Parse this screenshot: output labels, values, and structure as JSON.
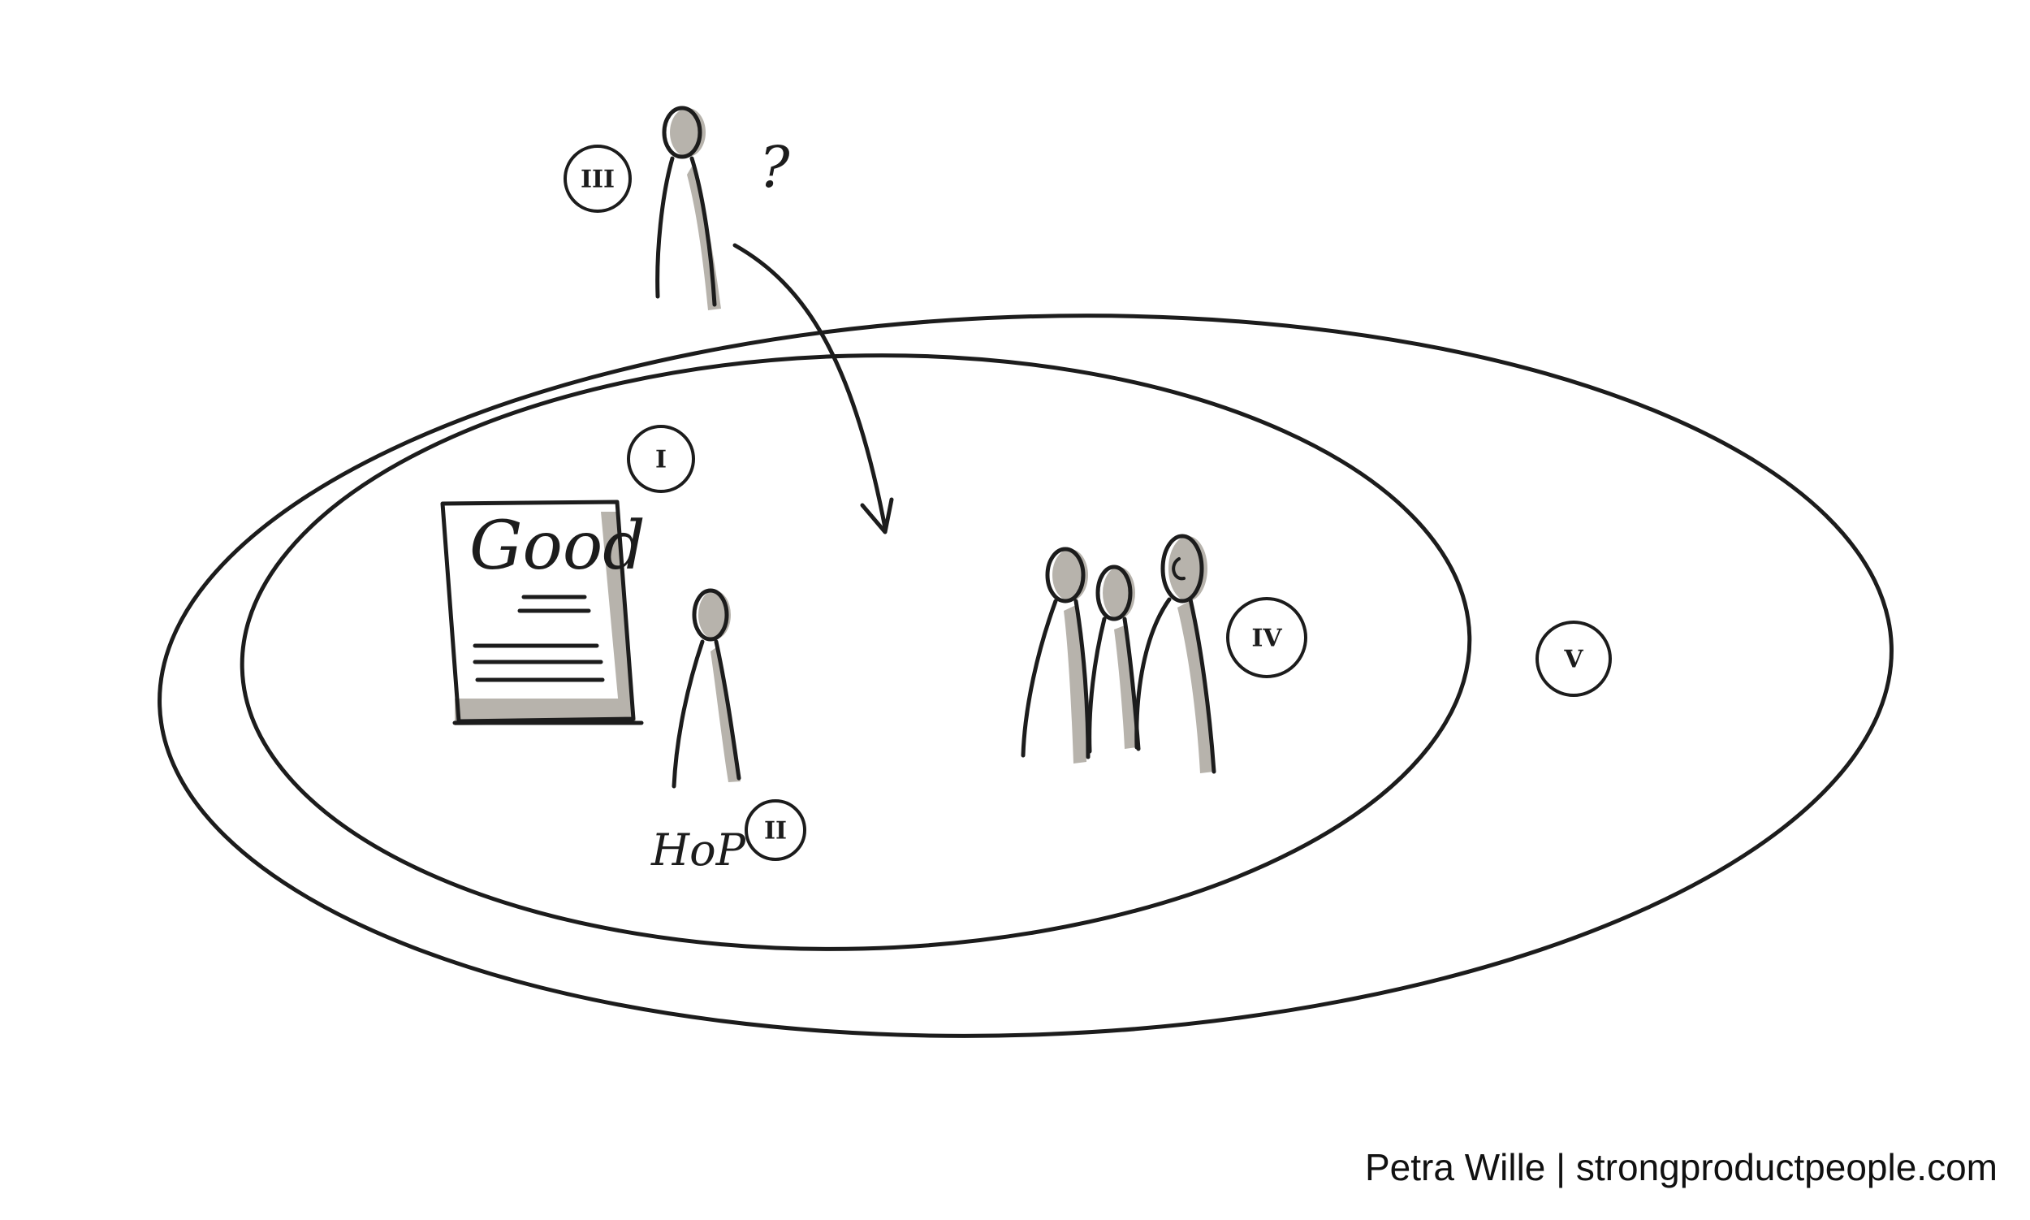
{
  "markers": {
    "one": "I",
    "two": "II",
    "three": "III",
    "four": "IV",
    "five": "V"
  },
  "document_label": "Good",
  "person_label": "HoP",
  "question_mark": "?",
  "credit": "Petra Wille | strongproductpeople.com"
}
